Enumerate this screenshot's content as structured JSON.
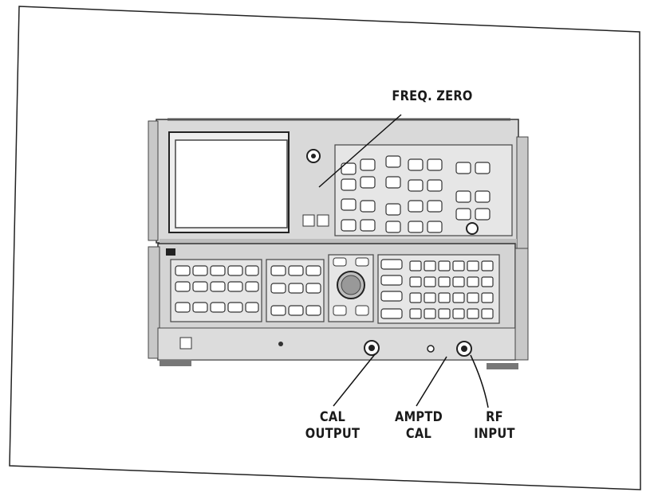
{
  "figure": {
    "callouts": {
      "freq_zero": "FREQ. ZERO",
      "cal_output": {
        "line1": "CAL",
        "line2": "OUTPUT"
      },
      "amptd_cal": {
        "line1": "AMPTD",
        "line2": "CAL"
      },
      "rf_input": {
        "line1": "RF",
        "line2": "INPUT"
      }
    }
  }
}
